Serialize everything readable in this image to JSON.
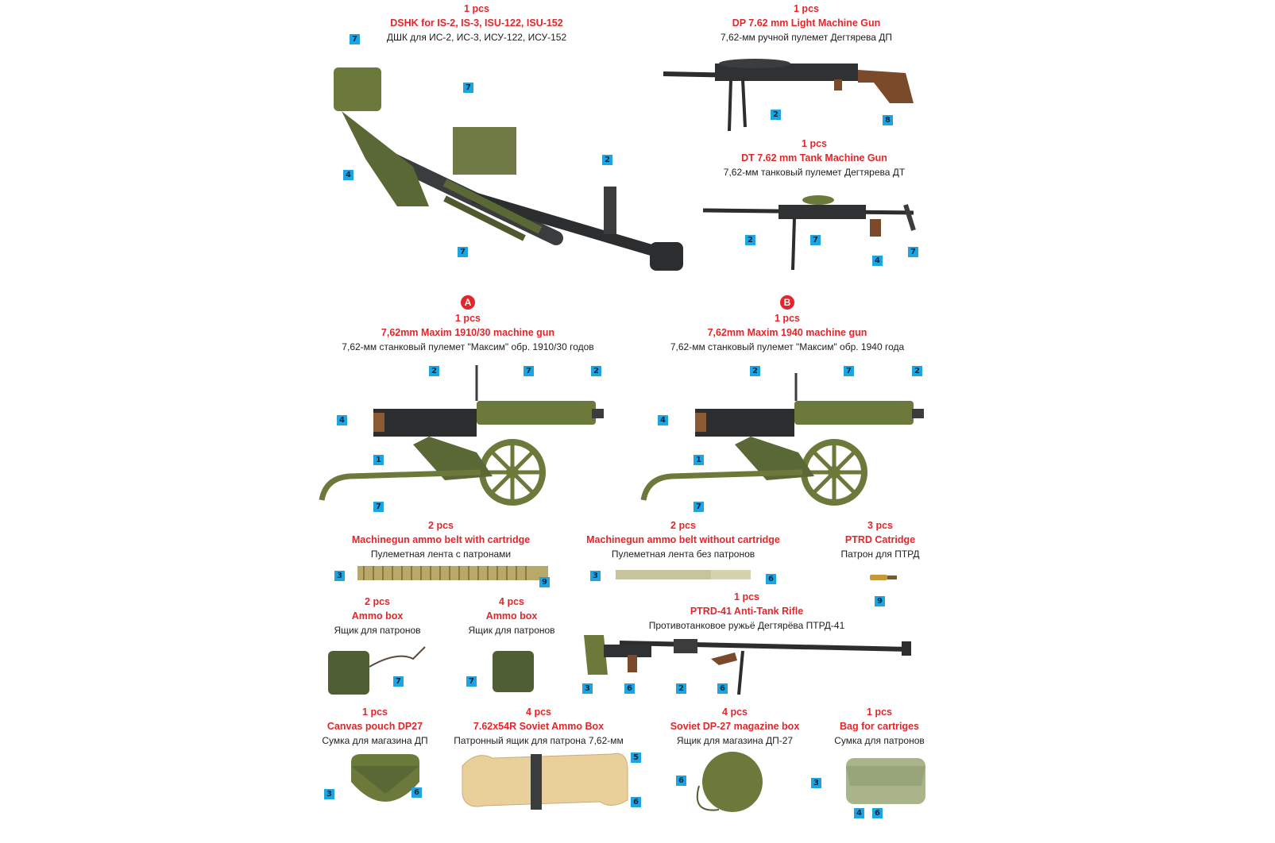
{
  "items": [
    {
      "id": "dshk",
      "qty": "1 pcs",
      "title": "DSHK for IS-2, IS-3,  ISU-122,  ISU-152",
      "ru": "ДШК для ИС-2, ИС-3, ИСУ-122, ИСУ-152",
      "badges": [
        "7",
        "7",
        "4",
        "2",
        "7"
      ]
    },
    {
      "id": "dp",
      "qty": "1 pcs",
      "title": "DP 7.62 mm Light Machine Gun",
      "ru": "7,62-мм ручной пулемет Дегтярева ДП",
      "badges": [
        "2",
        "8"
      ]
    },
    {
      "id": "dt",
      "qty": "1 pcs",
      "title": "DT 7.62 mm Tank Machine Gun",
      "ru": "7,62-мм танковый пулемет Дегтярева ДТ",
      "badges": [
        "2",
        "7",
        "4",
        "7"
      ]
    },
    {
      "id": "maxim1910",
      "marker": "A",
      "qty": "1 pcs",
      "title": "7,62mm Maxim 1910/30 machine gun",
      "ru": "7,62-мм станковый пулемет \"Максим\" обр. 1910/30 годов",
      "badges": [
        "2",
        "7",
        "2",
        "4",
        "1",
        "7"
      ]
    },
    {
      "id": "maxim1940",
      "marker": "B",
      "qty": "1 pcs",
      "title": "7,62mm Maxim 1940 machine gun",
      "ru": "7,62-мм станковый пулемет \"Максим\" обр. 1940 года",
      "badges": [
        "2",
        "7",
        "2",
        "4",
        "1",
        "7"
      ]
    },
    {
      "id": "belt_with",
      "qty": "2 pcs",
      "title": "Machinegun ammo belt with cartridge",
      "ru": "Пулеметная лента с патронами",
      "badges": [
        "3",
        "9"
      ]
    },
    {
      "id": "belt_without",
      "qty": "2 pcs",
      "title": "Machinegun ammo belt  without cartridge",
      "ru": "Пулеметная лента без патронов",
      "badges": [
        "3",
        "6"
      ]
    },
    {
      "id": "ptrd_cart",
      "qty": "3 pcs",
      "title": "PTRD Catridge",
      "ru": "Патрон для ПТРД",
      "badges": [
        "9"
      ]
    },
    {
      "id": "ammobox2",
      "qty": "2 pcs",
      "title": "Ammo box",
      "ru": "Ящик для патронов",
      "badges": [
        "7"
      ]
    },
    {
      "id": "ammobox4",
      "qty": "4 pcs",
      "title": "Ammo box",
      "ru": "Ящик для патронов",
      "badges": [
        "7"
      ]
    },
    {
      "id": "ptrd",
      "qty": "1 pcs",
      "title": "PTRD-41 Anti-Tank Rifle",
      "ru": "Противотанковое ружьё Дегтярёва ПТРД-41",
      "badges": [
        "3",
        "6",
        "2",
        "6"
      ]
    },
    {
      "id": "pouch",
      "qty": "1 pcs",
      "title": "Canvas pouch DP27",
      "ru": "Сумка для магазина ДП",
      "badges": [
        "3",
        "6"
      ]
    },
    {
      "id": "sovbox",
      "qty": "4 pcs",
      "title": "7.62x54R Soviet Ammo Box",
      "ru": "Патронный ящик для патрона 7,62-мм",
      "badges": [
        "5",
        "6"
      ]
    },
    {
      "id": "magbox",
      "qty": "4 pcs",
      "title": "Soviet DP-27 magazine box",
      "ru": "Ящик для магазина ДП-27",
      "badges": [
        "6"
      ]
    },
    {
      "id": "bag",
      "qty": "1 pcs",
      "title": "Bag for cartriges",
      "ru": "Сумка для патронов",
      "badges": [
        "3",
        "4",
        "6"
      ]
    }
  ],
  "colors": {
    "accent": "#e3262b",
    "badge": "#1ea4e3",
    "olive": "#6b7a3a",
    "steel": "#2b2d2e",
    "wood": "#7a4a2a",
    "crate": "#e9cf9a"
  }
}
